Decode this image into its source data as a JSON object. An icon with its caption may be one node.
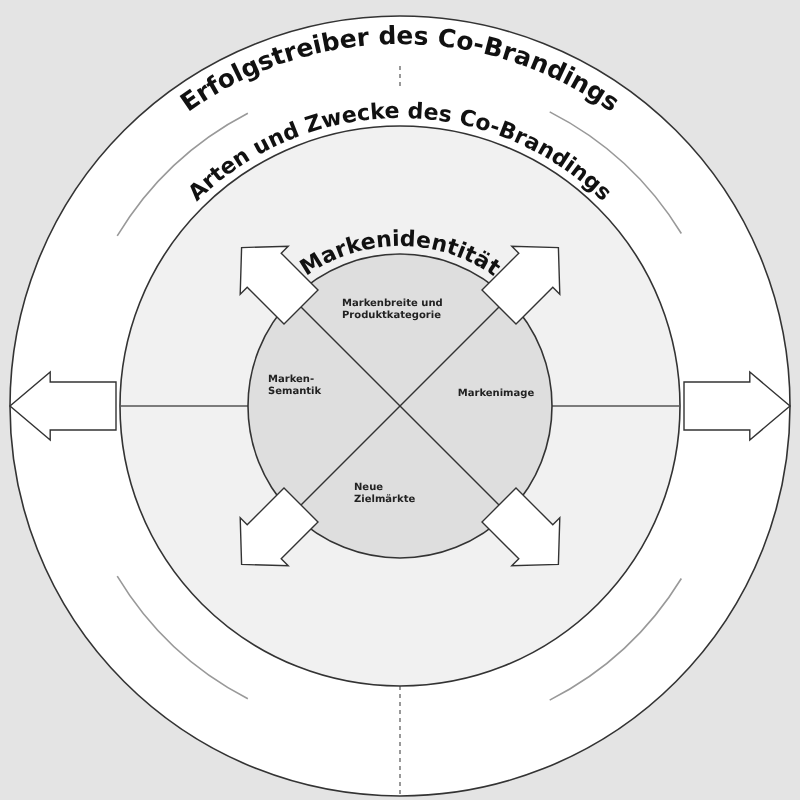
{
  "diagram": {
    "nodes": [
      {
        "text": [
          "Erfolgstreiber des Co-Brandings"
        ]
      },
      {
        "text": [
          "Arten und Zwecke des Co-Brandings"
        ],
        "in": 0
      },
      {
        "text": [
          "Markenidentität"
        ],
        "in": 1
      },
      {
        "text": [
          "Markenbreite und Produktkategorie"
        ],
        "in": 2
      },
      {
        "text": [
          "Markenimage"
        ],
        "in": 2
      },
      {
        "text": [
          "Neue Zielmärkte"
        ],
        "in": 2
      },
      {
        "text": [
          "Marken-Semantik"
        ],
        "in": 2
      }
    ]
  }
}
